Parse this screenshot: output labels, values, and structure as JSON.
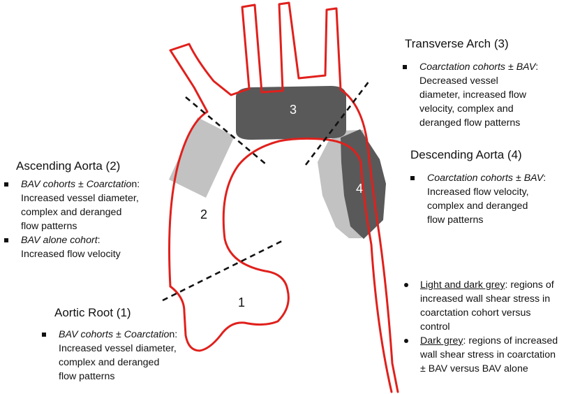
{
  "regions": {
    "transverse_arch": {
      "title": "Transverse Arch (3)",
      "number": "3",
      "bullet_label": "Coarctation cohorts ± BAV",
      "bullet_lines": [
        "Decreased vessel",
        "diameter, increased flow",
        "velocity, complex and",
        "deranged flow patterns"
      ]
    },
    "ascending_aorta": {
      "title": "Ascending Aorta (2)",
      "number": "2",
      "bullet1_label": "BAV cohorts ± Coarctatio",
      "bullet1_after": "n:",
      "bullet1_lines": [
        "Increased vessel diameter,",
        "complex and deranged",
        "flow patterns"
      ],
      "bullet2_label": "BAV alone cohort",
      "bullet2_lines": [
        "Increased flow velocity"
      ]
    },
    "descending_aorta": {
      "title": "Descending Aorta (4)",
      "number": "4",
      "bullet_label": "Coarctation cohorts ± BAV",
      "bullet_lines": [
        "Increased flow velocity,",
        "complex and deranged",
        "flow patterns"
      ]
    },
    "aortic_root": {
      "title": "Aortic Root (1)",
      "number": "1",
      "bullet_label": "BAV cohorts ± Coarctatio",
      "bullet_after": "n:",
      "bullet_lines": [
        "Increased vessel diameter,",
        "complex and deranged",
        "flow patterns"
      ]
    }
  },
  "legend": {
    "item1_label": "Light and dark grey",
    "item1_lines": [
      ": regions of",
      "increased wall shear stress in",
      "coarctation cohort versus",
      "control"
    ],
    "item2_label": "Dark grey",
    "item2_lines": [
      ": regions of increased",
      "wall shear stress in coarctation",
      "± BAV versus BAV alone"
    ]
  },
  "colors": {
    "vessel_outline": "#e0201c",
    "light_grey": "#c2c2c2",
    "dark_grey": "#595959",
    "boundary_dash": "#111111"
  }
}
